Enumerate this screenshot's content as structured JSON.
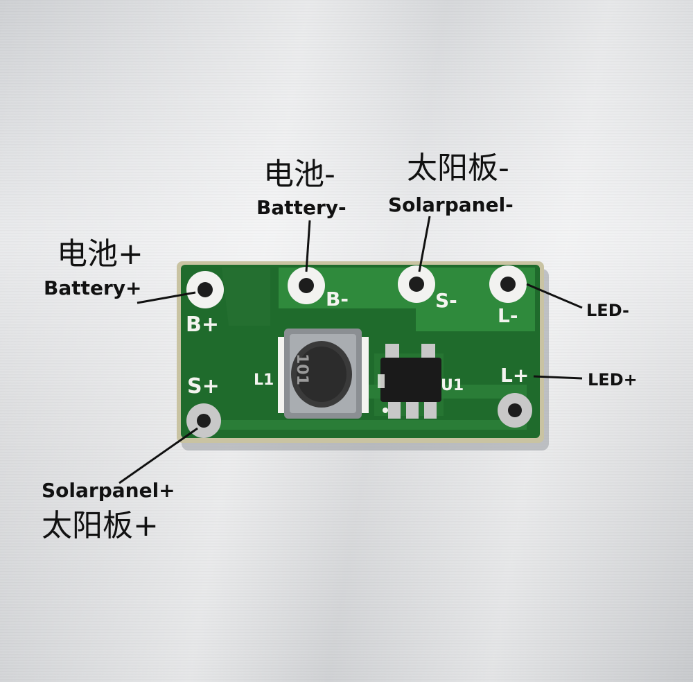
{
  "labels": {
    "battery_neg_cn": "电池-",
    "battery_neg_en": "Battery-",
    "solar_neg_cn": "太阳板-",
    "solar_neg_en": "Solarpanel-",
    "battery_pos_cn": "电池+",
    "battery_pos_en": "Battery+",
    "led_neg": "LED-",
    "led_pos": "LED+",
    "solar_pos_en": "Solarpanel+",
    "solar_pos_cn": "太阳板+"
  },
  "silkscreen": {
    "b_plus": "B+",
    "b_minus": "B-",
    "s_minus": "S-",
    "l_minus": "L-",
    "l_plus": "L+",
    "s_plus": "S+",
    "l1": "L1",
    "u1": "U1",
    "inductor_marking": "101"
  },
  "colors": {
    "pcb_green": "#1f6b2c",
    "pcb_light": "#2f8a3c",
    "silk_white": "#f4f4f0",
    "pad_silver": "#d8d8d8"
  }
}
